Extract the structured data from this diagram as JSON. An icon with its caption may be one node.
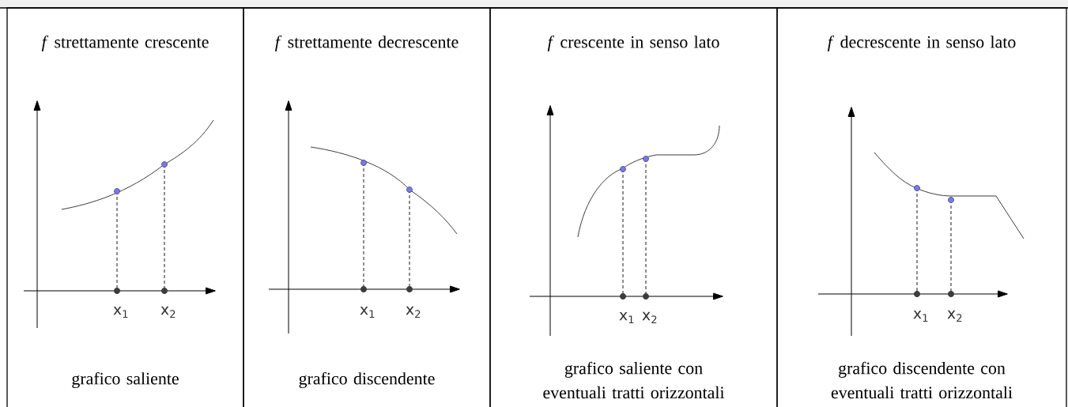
{
  "diagram": {
    "nodes": [
      {
        "text": [
          "*f* strettamente crescente",
          "grafico saliente"
        ]
      },
      {
        "text": [
          "*f* strettamente decrescente",
          "grafico discendente"
        ]
      },
      {
        "text": [
          "*f* crescente in senso lato",
          "grafico saliente con eventuali tratti orizzontali"
        ]
      },
      {
        "text": [
          "*f* decrescente in senso lato",
          "grafico discendente con eventuali tratti orizzontali"
        ]
      }
    ],
    "labels": [
      "x$_{1}$",
      "x$_{2}$",
      "x$_{1}$",
      "x$_{2}$",
      "x$_{1}$",
      "x$_{2}$",
      "x$_{1}$",
      "x$_{2}$"
    ]
  }
}
